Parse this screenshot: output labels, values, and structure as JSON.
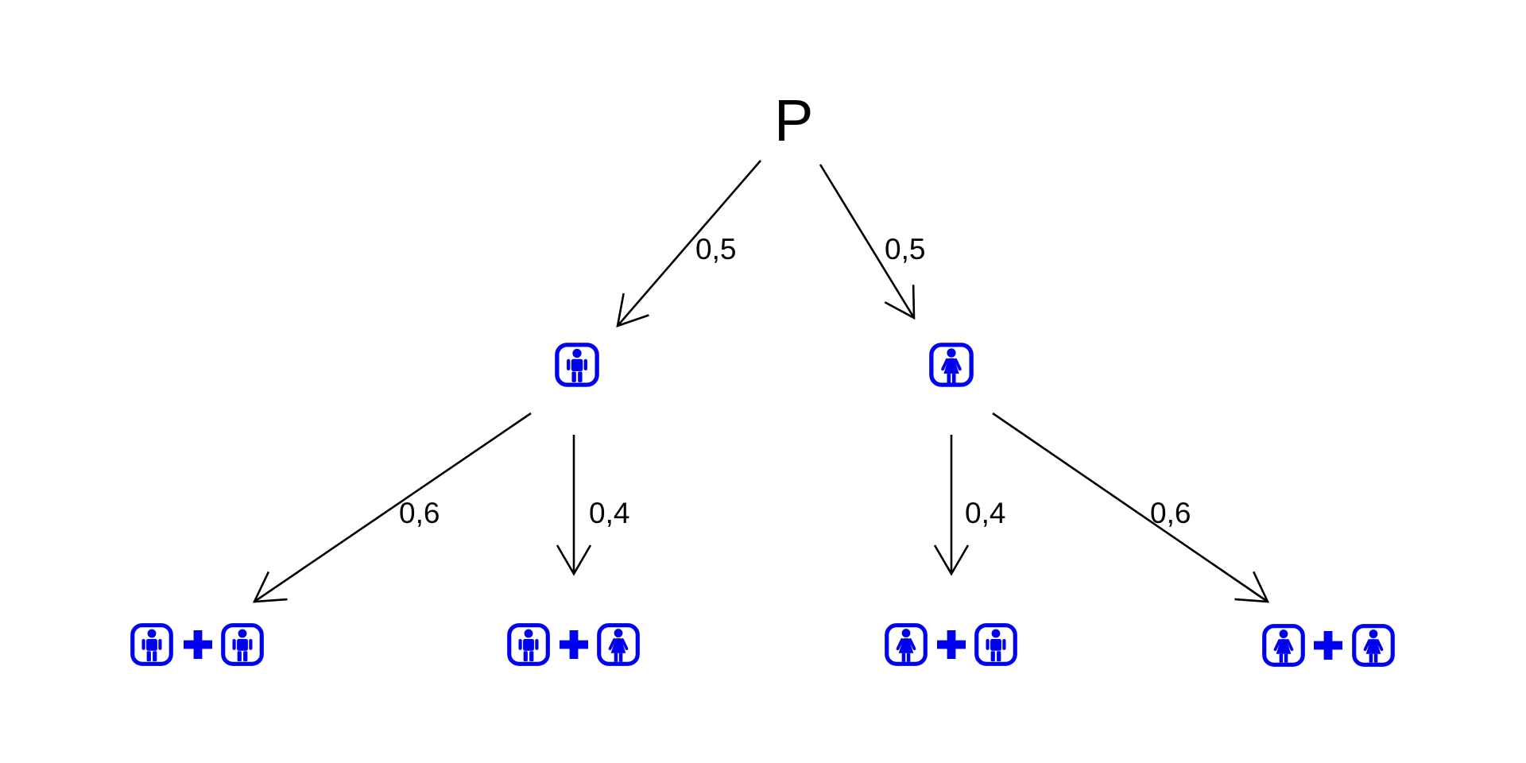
{
  "tree": {
    "root_label": "P",
    "level1_branches": [
      {
        "probability": "0,5",
        "child": "male"
      },
      {
        "probability": "0,5",
        "child": "female"
      }
    ],
    "level2_branches": [
      {
        "parent": "male",
        "probability": "0,6",
        "outcome": "male + male"
      },
      {
        "parent": "male",
        "probability": "0,4",
        "outcome": "male + female"
      },
      {
        "parent": "female",
        "probability": "0,4",
        "outcome": "female + male"
      },
      {
        "parent": "female",
        "probability": "0,6",
        "outcome": "female + female"
      }
    ],
    "icons": {
      "male": "male-restroom-icon",
      "female": "female-restroom-icon",
      "plus": "plus-icon",
      "arrow": "open-arrowhead"
    },
    "colors": {
      "icon_blue": "#0000f0",
      "line": "#000000",
      "text": "#000000",
      "background": "#ffffff"
    }
  }
}
